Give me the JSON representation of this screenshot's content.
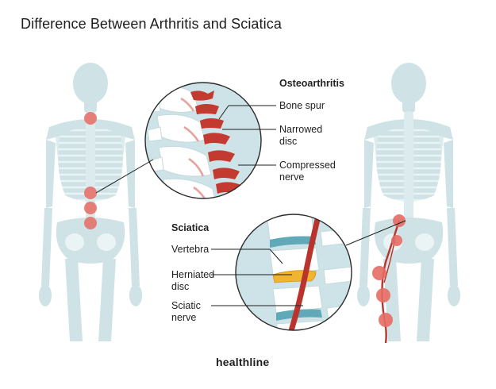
{
  "title": "Difference Between Arthritis and Sciatica",
  "osteoarthritis": {
    "heading": "Osteoarthritis",
    "labels": [
      "Bone spur",
      "Narrowed\ndisc",
      "Compressed\nnerve"
    ]
  },
  "sciatica": {
    "heading": "Sciatica",
    "labels": [
      "Vertebra",
      "Herniated\ndisc",
      "Sciatic\nnerve"
    ]
  },
  "brand": "healthline",
  "colors": {
    "skeleton": "#cfe3e6",
    "bone_light": "#eaf4f5",
    "inflammation": "#d9534f",
    "inflammation_light": "#f3b3ae",
    "zoom_bg": "#cde3e7",
    "disc_teal": "#5fa9b8",
    "herniated_disc": "#f0b431",
    "nerve": "#b9342d",
    "leader": "#1f1f1f"
  }
}
